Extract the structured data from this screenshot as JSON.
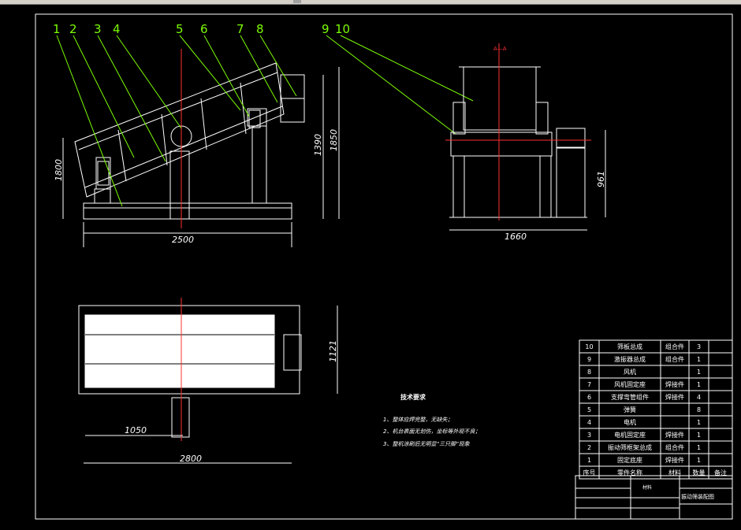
{
  "balloons": [
    "1",
    "2",
    "3",
    "4",
    "5",
    "6",
    "7",
    "8",
    "9",
    "10"
  ],
  "dims": {
    "front_width": "2500",
    "front_height_left": "1800",
    "front_height_mid": "1390",
    "front_height_right": "1850",
    "side_width": "1660",
    "side_height": "961",
    "plan_width": "2800",
    "plan_offset": "1050",
    "plan_height": "1121"
  },
  "axis_label": "A—A",
  "notes": {
    "title": "技术要求",
    "items": [
      "1、整体应焊完整，无缺失；",
      "2、机台表面无划伤，坐标等外观不良；",
      "3、整机涂刷后无明显“三只脚”现象"
    ]
  },
  "bom": {
    "rows": [
      [
        "10",
        "筛板总成",
        "组合件",
        "3",
        ""
      ],
      [
        "9",
        "激振器总成",
        "组合件",
        "1",
        ""
      ],
      [
        "8",
        "风机",
        "",
        "1",
        ""
      ],
      [
        "7",
        "风机固定座",
        "焊接件",
        "1",
        ""
      ],
      [
        "6",
        "支撑弯管组件",
        "焊接件",
        "4",
        ""
      ],
      [
        "5",
        "弹簧",
        "",
        "8",
        ""
      ],
      [
        "4",
        "电机",
        "",
        "1",
        ""
      ],
      [
        "3",
        "电机固定座",
        "焊接件",
        "1",
        ""
      ],
      [
        "2",
        "振动筛框架总成",
        "组合件",
        "1",
        ""
      ],
      [
        "1",
        "固定底座",
        "焊接件",
        "1",
        ""
      ]
    ],
    "header": [
      "序号",
      "零件名称",
      "材料",
      "数量",
      "备注"
    ]
  },
  "title_block": {
    "drawing_name": "振动筛装配图",
    "material_cell": "材料"
  }
}
